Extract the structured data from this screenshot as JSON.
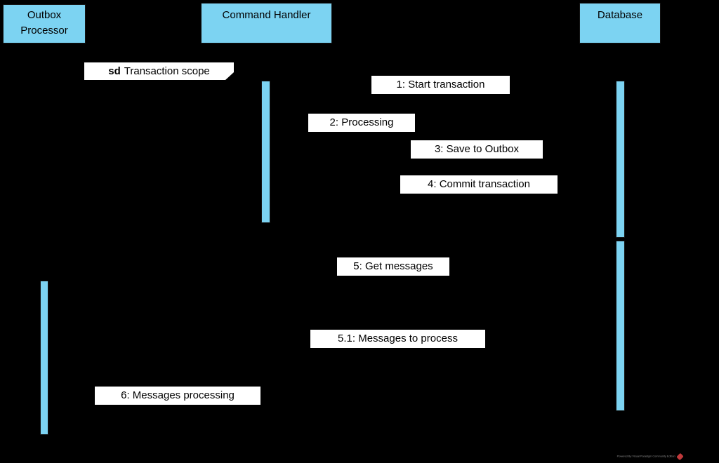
{
  "diagram": {
    "type": "uml-sequence-diagram",
    "frame": {
      "keyword": "sd",
      "title": "Transaction scope"
    },
    "actors": [
      {
        "label": "Outbox Processor"
      },
      {
        "label": "Command Handler"
      },
      {
        "label": "Database"
      }
    ],
    "messages": [
      {
        "text": "1: Start transaction"
      },
      {
        "text": "2: Processing"
      },
      {
        "text": "3: Save to Outbox"
      },
      {
        "text": "4: Commit transaction"
      },
      {
        "text": "5: Get messages"
      },
      {
        "text": "5.1: Messages to process"
      },
      {
        "text": "6: Messages processing"
      }
    ],
    "colors": {
      "background": "#000000",
      "actor_fill": "#7cd3f2",
      "actor_border": "#141414",
      "label_bg": "#ffffff",
      "label_text": "#000000",
      "watermark_text": "#8e8e8e",
      "watermark_logo": "#c0393b"
    },
    "watermark": {
      "text": "Powered By Visual Paradigm Community Edition"
    }
  }
}
